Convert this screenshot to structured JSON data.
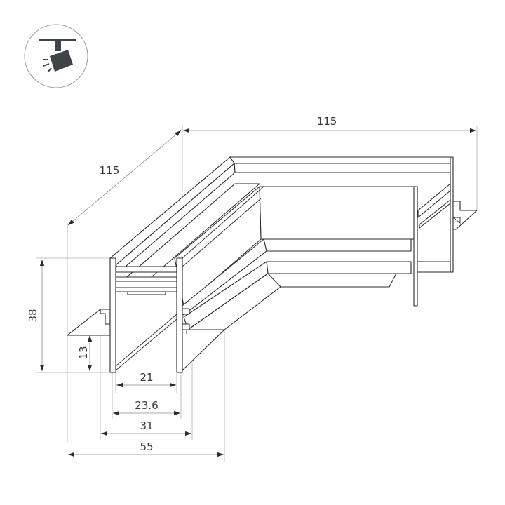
{
  "diagram": {
    "type": "technical-dimension-drawing",
    "subject": "corner track profile (isometric view)",
    "unit_implied": "mm",
    "mounting_icon": "ceiling-track-spotlight-icon",
    "colors": {
      "line": "#2b2b2b",
      "dimension_line": "#8a8a8a",
      "icon": "#3f4447",
      "background": "#ffffff"
    },
    "dimensions": {
      "diagonal_length": "115",
      "horizontal_length": "115",
      "height_total": "38",
      "height_flange": "13",
      "inner_width": "21",
      "channel_width": "23.6",
      "body_width": "31",
      "overall_width": "55"
    }
  }
}
